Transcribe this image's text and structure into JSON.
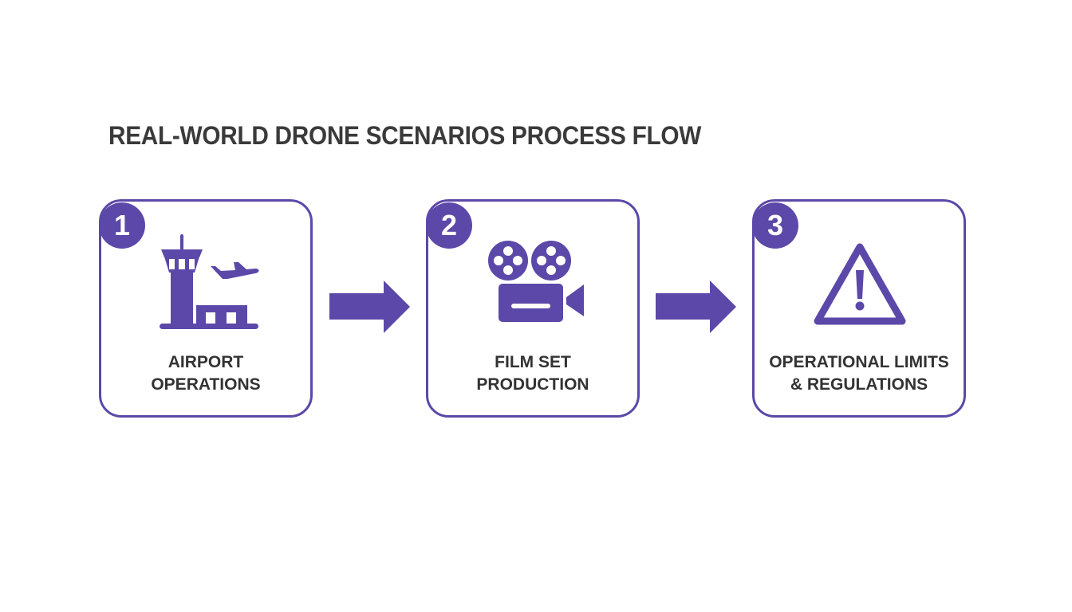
{
  "title": "REAL-WORLD DRONE SCENARIOS PROCESS FLOW",
  "colors": {
    "accent": "#5c48a8",
    "text": "#333333",
    "background": "#ffffff"
  },
  "steps": [
    {
      "number": "1",
      "icon": "airport-tower-icon",
      "label_lines": [
        "AIRPORT",
        "OPERATIONS"
      ]
    },
    {
      "number": "2",
      "icon": "film-camera-icon",
      "label_lines": [
        "FILM SET",
        "PRODUCTION"
      ]
    },
    {
      "number": "3",
      "icon": "warning-triangle-icon",
      "label_lines": [
        "OPERATIONAL LIMITS",
        "& REGULATIONS"
      ]
    }
  ],
  "connectors": [
    {
      "from": "1",
      "to": "2",
      "icon": "arrow-right-icon"
    },
    {
      "from": "2",
      "to": "3",
      "icon": "arrow-right-icon"
    }
  ]
}
